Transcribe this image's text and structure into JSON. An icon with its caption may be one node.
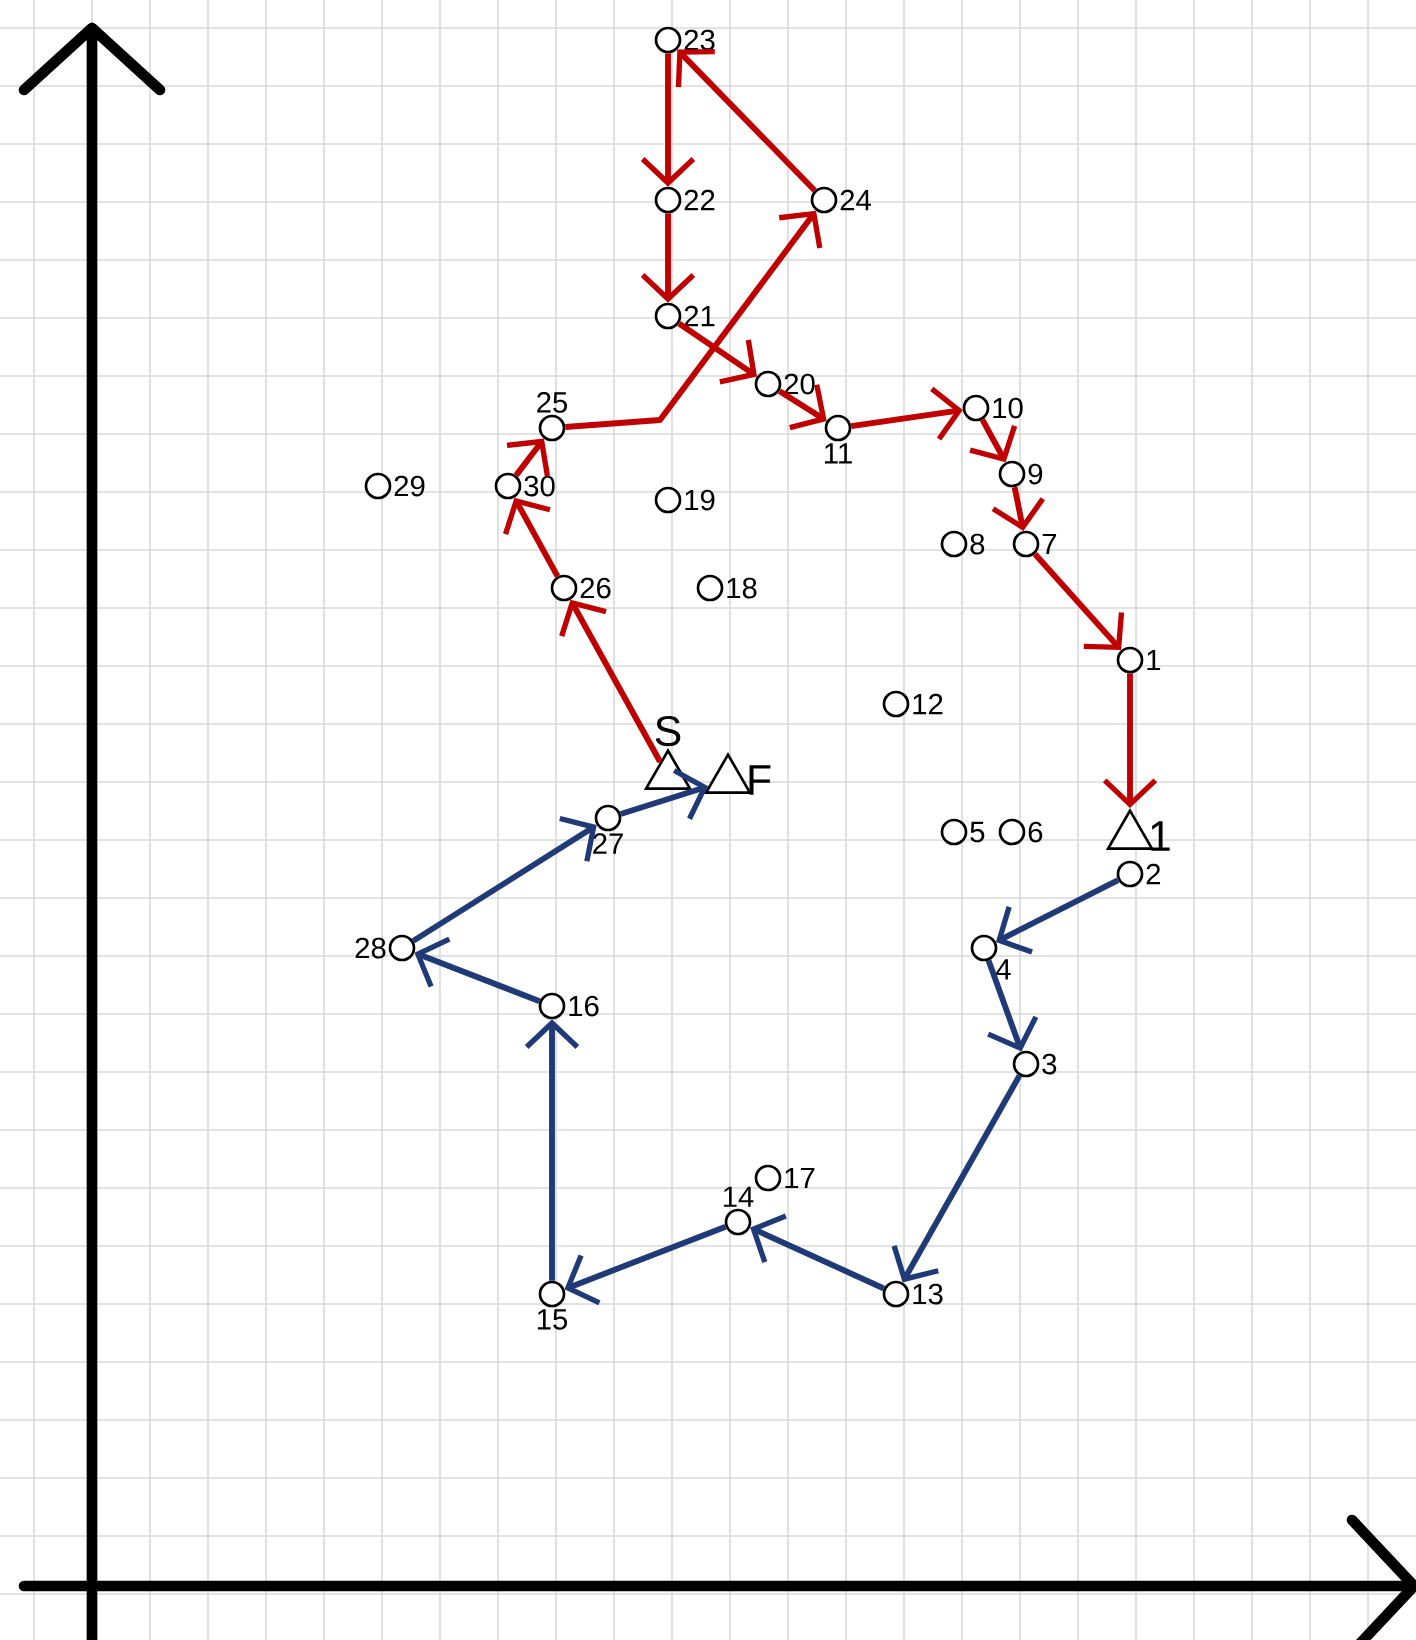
{
  "diagram": {
    "nodes": [
      {
        "text": [],
        "shape": "triangle",
        "beside": [
          "S"
        ]
      },
      {
        "text": [],
        "shape": "triangle",
        "beside": [
          "F"
        ]
      },
      {
        "text": [],
        "shape": "triangle",
        "beside": [
          "1"
        ]
      },
      {
        "text": [],
        "shape": "circle",
        "beside": [
          "1"
        ]
      },
      {
        "text": [],
        "shape": "circle",
        "beside": [
          "2"
        ]
      },
      {
        "text": [],
        "shape": "circle",
        "beside": [
          "3"
        ]
      },
      {
        "text": [],
        "shape": "circle",
        "beside": [
          "4"
        ]
      },
      {
        "text": [],
        "shape": "circle",
        "beside": [
          "5"
        ]
      },
      {
        "text": [],
        "shape": "circle",
        "beside": [
          "6"
        ]
      },
      {
        "text": [],
        "shape": "circle",
        "beside": [
          "7"
        ]
      },
      {
        "text": [],
        "shape": "circle",
        "beside": [
          "8"
        ]
      },
      {
        "text": [],
        "shape": "circle",
        "beside": [
          "9"
        ]
      },
      {
        "text": [],
        "shape": "circle",
        "beside": [
          "10"
        ]
      },
      {
        "text": [],
        "shape": "circle",
        "beside": [
          "11"
        ]
      },
      {
        "text": [],
        "shape": "circle",
        "beside": [
          "12"
        ]
      },
      {
        "text": [],
        "shape": "circle",
        "beside": [
          "13"
        ]
      },
      {
        "text": [],
        "shape": "circle",
        "beside": [
          "14"
        ]
      },
      {
        "text": [],
        "shape": "circle",
        "beside": [
          "15"
        ]
      },
      {
        "text": [],
        "shape": "circle",
        "beside": [
          "16"
        ]
      },
      {
        "text": [],
        "shape": "circle",
        "beside": [
          "17"
        ]
      },
      {
        "text": [],
        "shape": "circle",
        "beside": [
          "18"
        ]
      },
      {
        "text": [],
        "shape": "circle",
        "beside": [
          "19"
        ]
      },
      {
        "text": [],
        "shape": "circle",
        "beside": [
          "20"
        ]
      },
      {
        "text": [],
        "shape": "circle",
        "beside": [
          "21"
        ]
      },
      {
        "text": [],
        "shape": "circle",
        "beside": [
          "22"
        ]
      },
      {
        "text": [],
        "shape": "circle",
        "beside": [
          "23"
        ]
      },
      {
        "text": [],
        "shape": "circle",
        "beside": [
          "24"
        ]
      },
      {
        "text": [],
        "shape": "circle",
        "beside": [
          "25"
        ]
      },
      {
        "text": [],
        "shape": "circle",
        "beside": [
          "26"
        ]
      },
      {
        "text": [],
        "shape": "circle",
        "beside": [
          "27"
        ]
      },
      {
        "text": [],
        "shape": "circle",
        "beside": [
          "28"
        ]
      },
      {
        "text": [],
        "shape": "circle",
        "beside": [
          "29"
        ]
      },
      {
        "text": [],
        "shape": "circle",
        "beside": [
          "30"
        ]
      }
    ],
    "edges": [
      {
        "from": 0,
        "to": 28,
        "arrow": "to",
        "color": "#c00000"
      },
      {
        "from": 28,
        "to": 32,
        "arrow": "to",
        "color": "#c00000"
      },
      {
        "from": 32,
        "to": 27,
        "arrow": "to",
        "color": "#c00000"
      },
      {
        "from": 27,
        "to": 26,
        "arrow": "to",
        "color": "#c00000"
      },
      {
        "from": 26,
        "to": 25,
        "arrow": "to",
        "color": "#c00000"
      },
      {
        "from": 25,
        "to": 24,
        "arrow": "to",
        "color": "#c00000"
      },
      {
        "from": 24,
        "to": 23,
        "arrow": "to",
        "color": "#c00000"
      },
      {
        "from": 23,
        "to": 22,
        "arrow": "to",
        "color": "#c00000"
      },
      {
        "from": 22,
        "to": 13,
        "arrow": "to",
        "color": "#c00000"
      },
      {
        "from": 13,
        "to": 12,
        "arrow": "to",
        "color": "#c00000"
      },
      {
        "from": 12,
        "to": 11,
        "arrow": "to",
        "color": "#c00000"
      },
      {
        "from": 11,
        "to": 9,
        "arrow": "to",
        "color": "#c00000"
      },
      {
        "from": 9,
        "to": 3,
        "arrow": "to",
        "color": "#c00000"
      },
      {
        "from": 3,
        "to": 2,
        "arrow": "to",
        "color": "#c00000"
      },
      {
        "from": 4,
        "to": 6,
        "arrow": "to",
        "color": "#1f3a77"
      },
      {
        "from": 6,
        "to": 5,
        "arrow": "to",
        "color": "#1f3a77"
      },
      {
        "from": 5,
        "to": 15,
        "arrow": "to",
        "color": "#1f3a77"
      },
      {
        "from": 15,
        "to": 16,
        "arrow": "to",
        "color": "#1f3a77"
      },
      {
        "from": 16,
        "to": 17,
        "arrow": "to",
        "color": "#1f3a77"
      },
      {
        "from": 17,
        "to": 18,
        "arrow": "to",
        "color": "#1f3a77"
      },
      {
        "from": 18,
        "to": 30,
        "arrow": "to",
        "color": "#1f3a77"
      },
      {
        "from": 30,
        "to": 29,
        "arrow": "to",
        "color": "#1f3a77"
      },
      {
        "from": 29,
        "to": 1,
        "arrow": "to",
        "color": "#1f3a77"
      }
    ]
  }
}
